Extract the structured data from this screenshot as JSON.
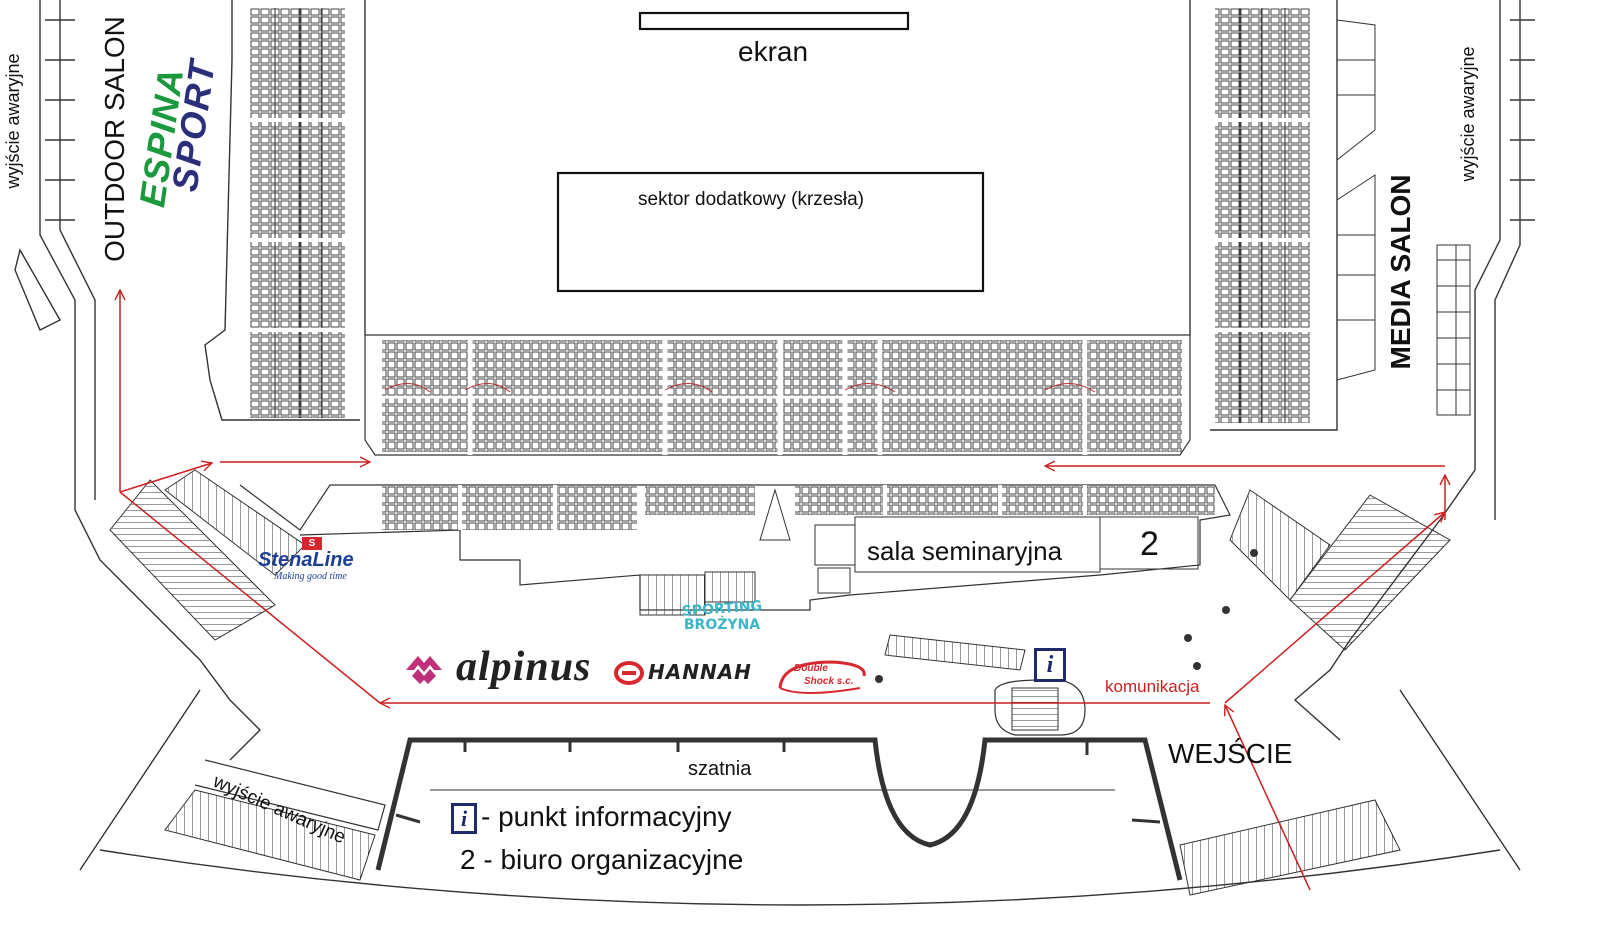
{
  "labels": {
    "screen": "ekran",
    "extra_sector": "sektor dodatkowy (krzesła)",
    "outdoor_salon": "OUTDOOR SALON",
    "media_salon": "MEDIA SALON",
    "emergency_exit_left": "wyjście awaryjne",
    "emergency_exit_right": "wyjście awaryjne",
    "emergency_exit_bottom": "wyjście awaryjne",
    "seminar_room": "sala seminaryjna",
    "seminar_number": "2",
    "communication": "komunikacja",
    "entrance": "WEJŚCIE",
    "cloakroom": "szatnia"
  },
  "legend": {
    "info_icon": "i",
    "info_text": "- punkt informacyjny",
    "office_text": "2 - biuro organizacyjne"
  },
  "logos": {
    "espina_line1": "ESPINA",
    "espina_line2": "SPORT",
    "stena_badge": "S",
    "stena_name": "StenaLine",
    "stena_tagline": "Making good time",
    "sporting_line1": "SPORTING",
    "sporting_line2": "BROŻYNA",
    "alpinus": "alpinus",
    "hannah": "HANNAH",
    "doubleshock_line1": "Double",
    "doubleshock_line2": "Shock s.c."
  },
  "icons": {
    "info_point": "info-i-icon"
  },
  "colors": {
    "route": "#cc1f1f",
    "espina_green": "#1a9a3c",
    "espina_navy": "#2b2e7a",
    "stena_blue": "#1c3f94",
    "stena_red": "#d7262e",
    "sporting_teal": "#3bb6c9",
    "alpinus_magenta": "#c0307a",
    "hannah_red": "#d8282f",
    "info_navy": "#1f2a6b"
  }
}
